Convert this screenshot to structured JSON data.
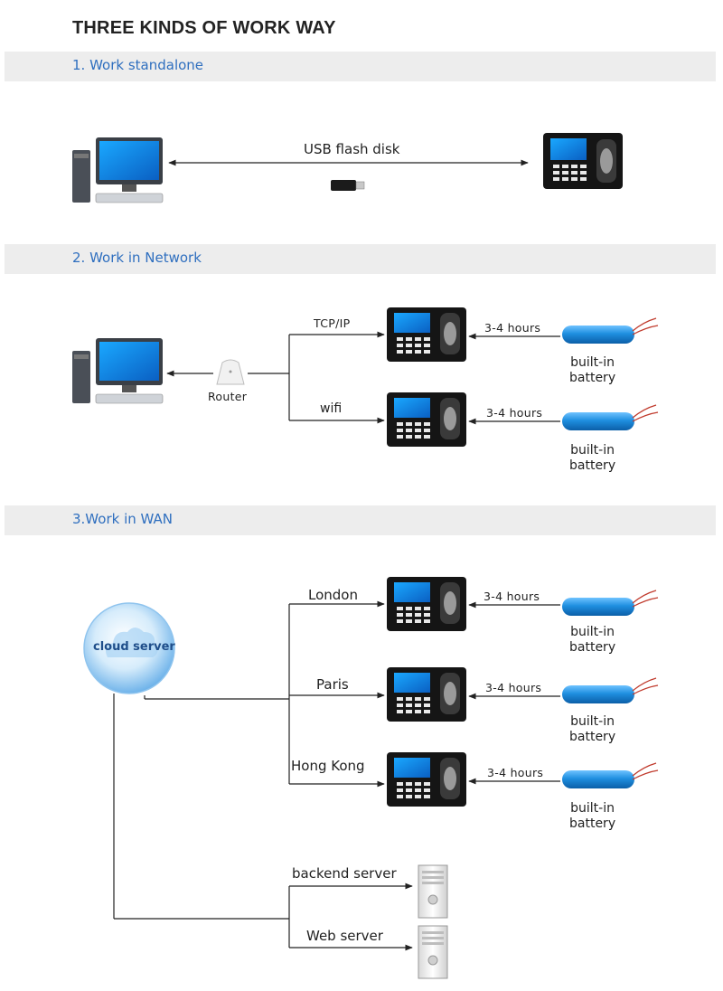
{
  "title": "THREE KINDS OF WORK WAY",
  "sections": {
    "standalone": {
      "heading": "1. Work standalone",
      "link_label": "USB flash disk"
    },
    "network": {
      "heading": "2. Work in Network",
      "router_label": "Router",
      "branches": [
        {
          "label": "TCP/IP",
          "battery_time": "3-4 hours",
          "battery_label": "built-in\nbattery"
        },
        {
          "label": "wifi",
          "battery_time": "3-4 hours",
          "battery_label": "built-in\nbattery"
        }
      ]
    },
    "wan": {
      "heading": "3.Work in WAN",
      "cloud_label": "cloud server",
      "branches": [
        {
          "label": "London",
          "battery_time": "3-4 hours",
          "battery_label": "built-in\nbattery"
        },
        {
          "label": "Paris",
          "battery_time": "3-4 hours",
          "battery_label": "built-in\nbattery"
        },
        {
          "label": "Hong Kong",
          "battery_time": "3-4 hours",
          "battery_label": "built-in\nbattery"
        }
      ],
      "servers": [
        {
          "label": "backend server"
        },
        {
          "label": "Web server"
        }
      ]
    }
  },
  "colors": {
    "heading_blue": "#2f6fbf",
    "section_bg": "#ededed",
    "battery_blue": "#1f8fe0",
    "cloud_blue": "#6fb3ea"
  },
  "icons": [
    "desktop-pc-icon",
    "terminal-icon",
    "usb-drive-icon",
    "router-icon",
    "battery-icon",
    "cloud-icon",
    "server-icon"
  ]
}
